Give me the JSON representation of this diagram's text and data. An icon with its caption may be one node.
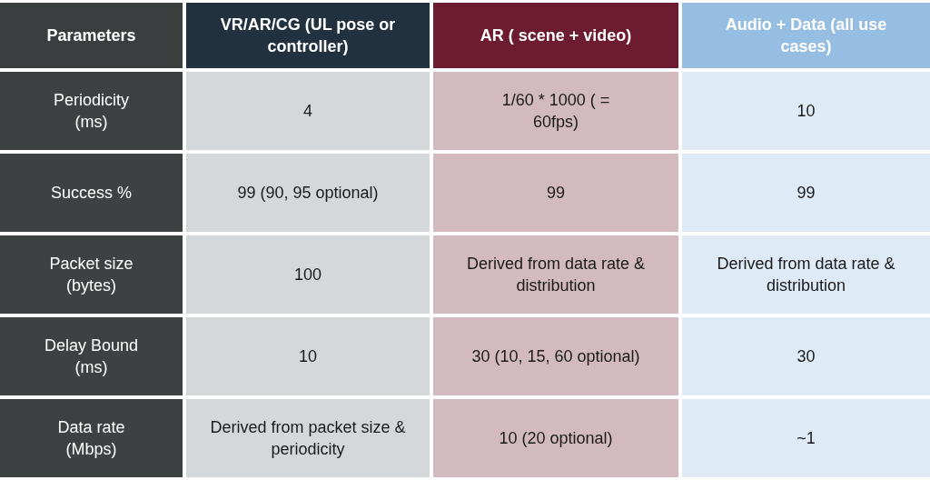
{
  "diagram": {
    "labels": [
      "Parameters",
      "VR/AR/CG (UL pose or controller)",
      "AR ( scene + video)",
      "Audio + Data (all use cases)",
      "Periodicity (ms)",
      "4",
      "1/60 * 1000 ( = 60fps)",
      "10",
      "Success %",
      "99 (90, 95 optional)",
      "99",
      "99",
      "Packet size (bytes)",
      "100",
      "Derived from data rate & distribution",
      "Derived from data rate & distribution",
      "Delay Bound (ms)",
      "10",
      "30 (10, 15, 60 optional)",
      "30",
      "Data rate (Mbps)",
      "Derived from packet size & periodicity",
      "10 (20 optional)",
      "~1"
    ]
  }
}
